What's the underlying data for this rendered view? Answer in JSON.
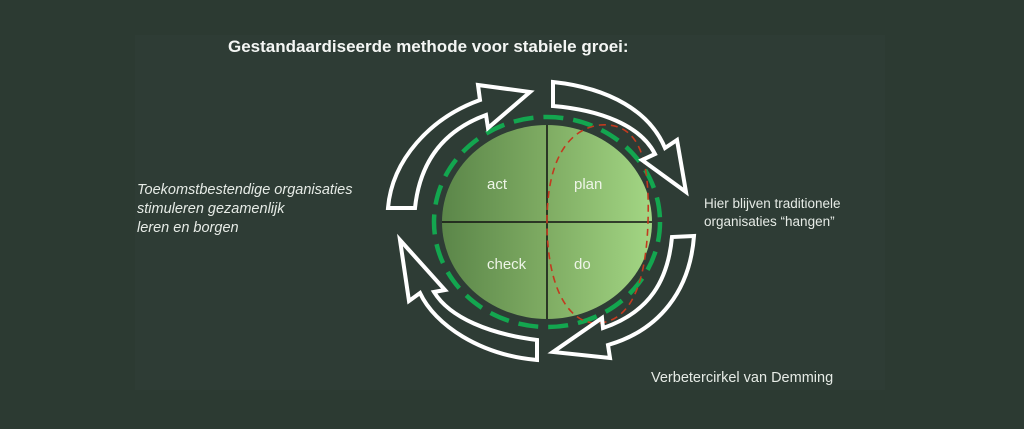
{
  "title": "Gestandaardiseerde methode voor stabiele groei:",
  "left_note": {
    "lines": [
      "Toekomstbestendige organisaties",
      "stimuleren gezamenlijk",
      "leren en borgen"
    ]
  },
  "right_note": {
    "lines": [
      "Hier blijven traditionele",
      "organisaties “hangen”"
    ]
  },
  "caption": "Verbetercirkel van Demming",
  "cycle": {
    "quadrants": [
      {
        "position": "top-left",
        "label": "act"
      },
      {
        "position": "top-right",
        "label": "plan"
      },
      {
        "position": "bottom-left",
        "label": "check"
      },
      {
        "position": "bottom-right",
        "label": "do"
      }
    ],
    "colors": {
      "background": "#2c3a32",
      "ellipse_dark": "#5e8a4c",
      "ellipse_light": "#9ed080",
      "dashed_ring": "#13a64f",
      "red_dashed": "#c23a1f",
      "arrows": "#ffffff"
    }
  }
}
